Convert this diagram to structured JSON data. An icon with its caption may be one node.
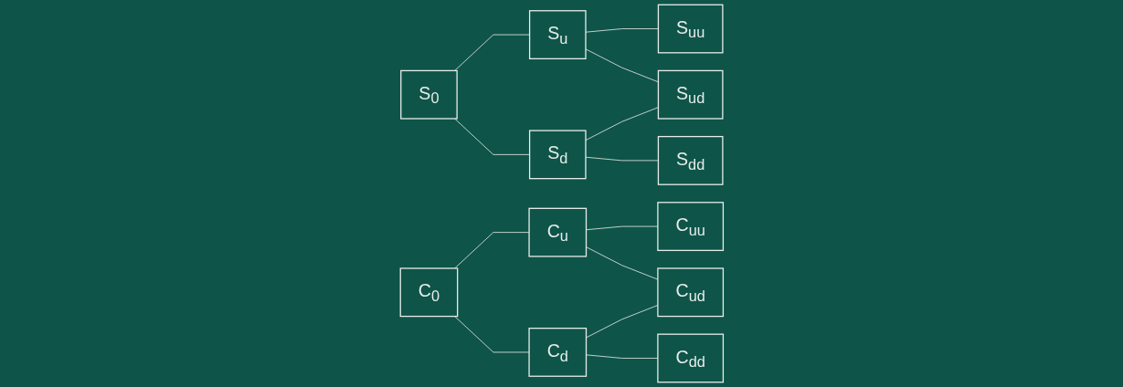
{
  "diagram": {
    "nodes": [
      {
        "text": [
          "S$_{0}$"
        ]
      },
      {
        "text": [
          "S$_{u}$"
        ]
      },
      {
        "text": [
          "S$_{d}$"
        ]
      },
      {
        "text": [
          "S$_{uu}$"
        ]
      },
      {
        "text": [
          "S$_{ud}$"
        ]
      },
      {
        "text": [
          "S$_{dd}$"
        ]
      },
      {
        "text": [
          "C$_{0}$"
        ]
      },
      {
        "text": [
          "C$_{u}$"
        ]
      },
      {
        "text": [
          "C$_{d}$"
        ]
      },
      {
        "text": [
          "C$_{uu}$"
        ]
      },
      {
        "text": [
          "C$_{ud}$"
        ]
      },
      {
        "text": [
          "C$_{dd}$"
        ]
      }
    ],
    "edges": [
      {
        "from": 0,
        "to": 1,
        "arrow": "none"
      },
      {
        "from": 0,
        "to": 2,
        "arrow": "none"
      },
      {
        "from": 1,
        "to": 3,
        "arrow": "none"
      },
      {
        "from": 1,
        "to": 4,
        "arrow": "none"
      },
      {
        "from": 2,
        "to": 4,
        "arrow": "none"
      },
      {
        "from": 2,
        "to": 5,
        "arrow": "none"
      },
      {
        "from": 6,
        "to": 7,
        "arrow": "none"
      },
      {
        "from": 6,
        "to": 8,
        "arrow": "none"
      },
      {
        "from": 7,
        "to": 9,
        "arrow": "none"
      },
      {
        "from": 7,
        "to": 10,
        "arrow": "none"
      },
      {
        "from": 8,
        "to": 10,
        "arrow": "none"
      },
      {
        "from": 8,
        "to": 11,
        "arrow": "none"
      }
    ]
  }
}
